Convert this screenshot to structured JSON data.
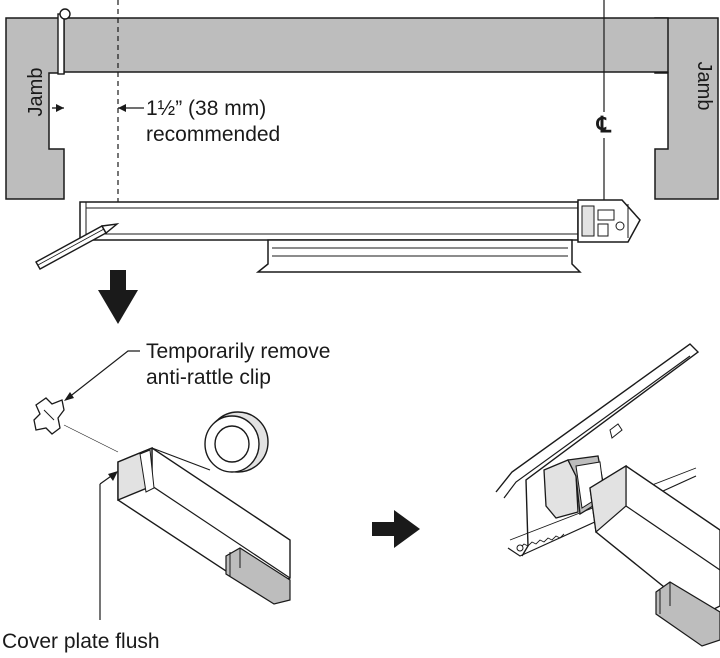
{
  "labels": {
    "jamb_left": "Jamb",
    "jamb_right": "Jamb",
    "measurement_line1": "1½” (38 mm)",
    "measurement_line2": "recommended",
    "centerline": "℄",
    "callout_clip_line1": "Temporarily remove",
    "callout_clip_line2": "anti-rattle clip",
    "callout_cover": "Cover plate flush"
  },
  "colors": {
    "fill_gray": "#bdbdbd",
    "fill_light": "#e2e2e2",
    "line": "#1a1a1a",
    "white": "#ffffff"
  }
}
